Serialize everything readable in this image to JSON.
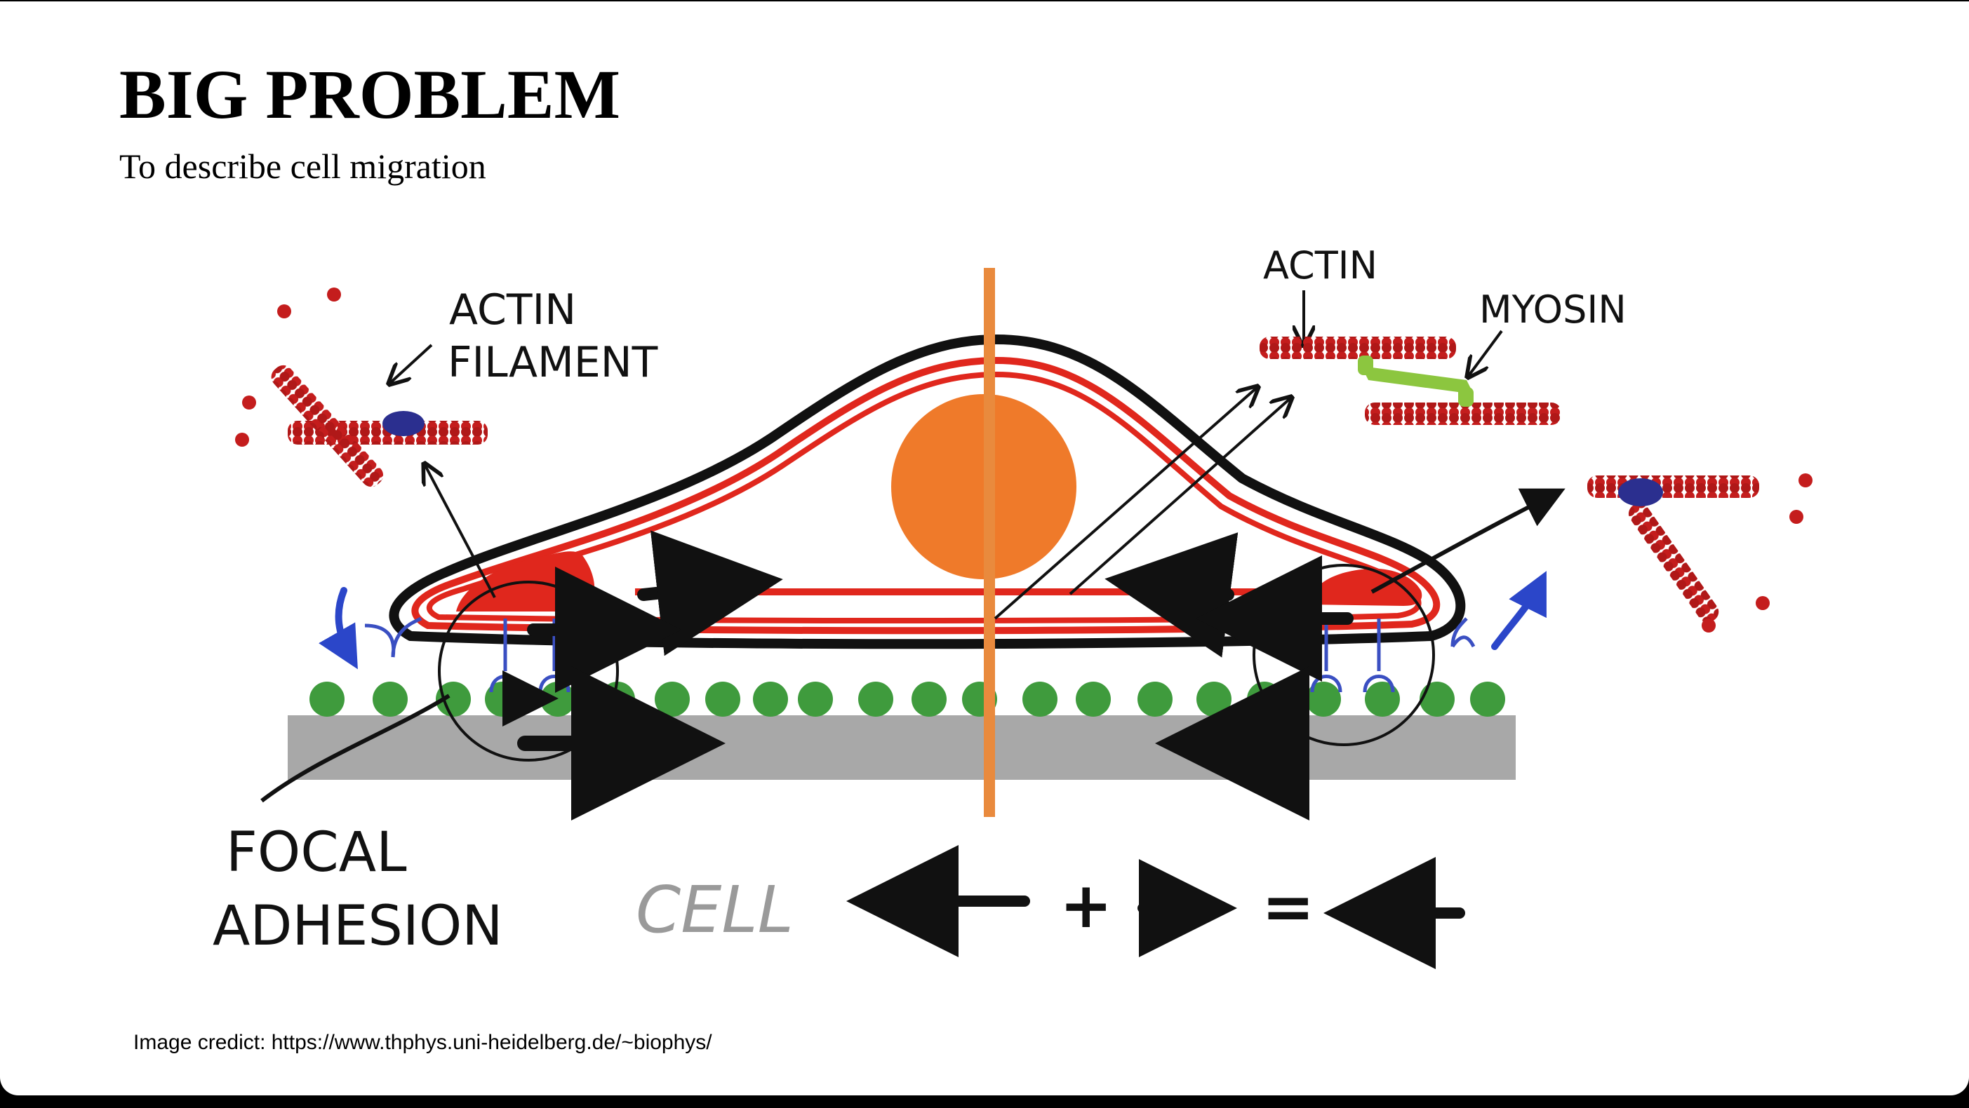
{
  "slide": {
    "title": "BIG PROBLEM",
    "subtitle": "To describe cell migration",
    "credit": "Image credict: https://www.thphys.uni-heidelberg.de/~biophys/"
  },
  "diagram": {
    "labels": {
      "actin_filament_line1": "ACTIN",
      "actin_filament_line2": "FILAMENT",
      "actin": "ACTIN",
      "myosin": "MYOSIN",
      "focal_adhesion_line1": "FOCAL",
      "focal_adhesion_line2": "ADHESION",
      "cell": "CELL",
      "plus": "+",
      "equals": "="
    },
    "colors": {
      "membrane_outer": "#111111",
      "membrane_inner": "#e0271d",
      "nucleus": "#ef7a2a",
      "divider": "#e98a3d",
      "actin_bead": "#c41d1d",
      "integrin": "#3a4fc2",
      "receptor_ligand": "#3f9b3d",
      "substrate": "#a8a8a8",
      "myosin": "#8cc63f",
      "cell_label": "#9a9a9a"
    }
  }
}
